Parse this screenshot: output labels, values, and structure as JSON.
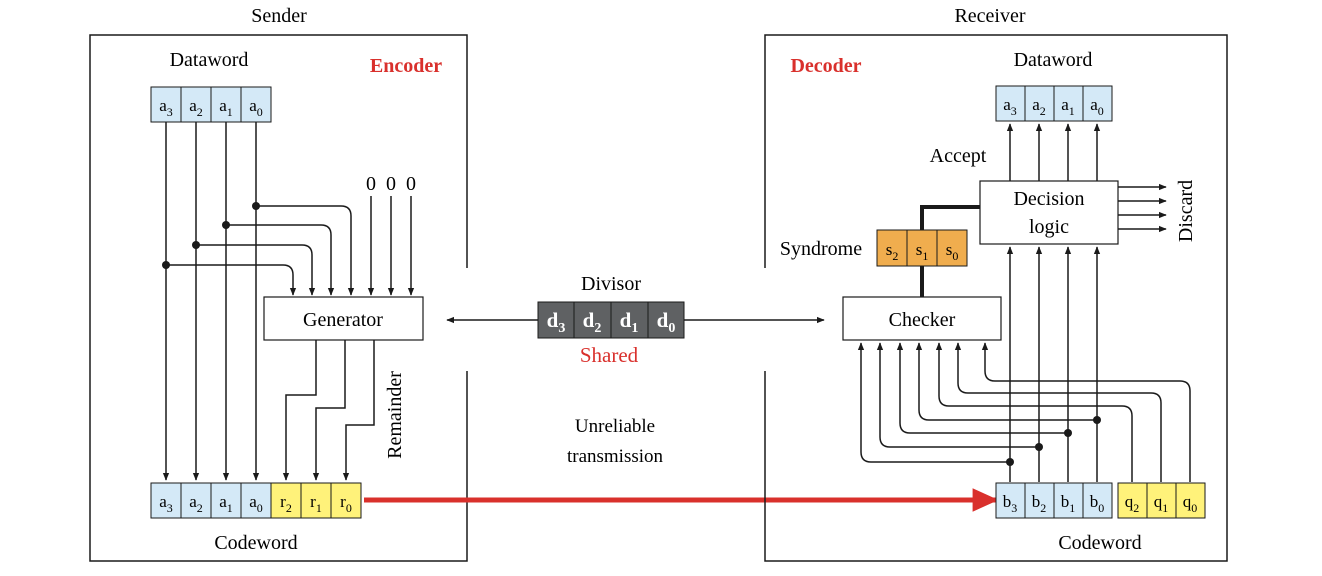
{
  "sender": {
    "title": "Sender",
    "encoder_label": "Encoder",
    "dataword_label": "Dataword",
    "dataword_cells": [
      {
        "base": "a",
        "sub": "3"
      },
      {
        "base": "a",
        "sub": "2"
      },
      {
        "base": "a",
        "sub": "1"
      },
      {
        "base": "a",
        "sub": "0"
      }
    ],
    "zeros": [
      "0",
      "0",
      "0"
    ],
    "generator_label": "Generator",
    "remainder_label": "Remainder",
    "codeword_label": "Codeword",
    "codeword_data_cells": [
      {
        "base": "a",
        "sub": "3"
      },
      {
        "base": "a",
        "sub": "2"
      },
      {
        "base": "a",
        "sub": "1"
      },
      {
        "base": "a",
        "sub": "0"
      }
    ],
    "codeword_remainder_cells": [
      {
        "base": "r",
        "sub": "2"
      },
      {
        "base": "r",
        "sub": "1"
      },
      {
        "base": "r",
        "sub": "0"
      }
    ]
  },
  "channel": {
    "divisor_label": "Divisor",
    "divisor_cells": [
      {
        "base": "d",
        "sub": "3"
      },
      {
        "base": "d",
        "sub": "2"
      },
      {
        "base": "d",
        "sub": "1"
      },
      {
        "base": "d",
        "sub": "0"
      }
    ],
    "shared_label": "Shared",
    "transmission_line1": "Unreliable",
    "transmission_line2": "transmission"
  },
  "receiver": {
    "title": "Receiver",
    "decoder_label": "Decoder",
    "dataword_label": "Dataword",
    "dataword_cells": [
      {
        "base": "a",
        "sub": "3"
      },
      {
        "base": "a",
        "sub": "2"
      },
      {
        "base": "a",
        "sub": "1"
      },
      {
        "base": "a",
        "sub": "0"
      }
    ],
    "accept_label": "Accept",
    "decision_line1": "Decision",
    "decision_line2": "logic",
    "discard_label": "Discard",
    "syndrome_label": "Syndrome",
    "syndrome_cells": [
      {
        "base": "s",
        "sub": "2"
      },
      {
        "base": "s",
        "sub": "1"
      },
      {
        "base": "s",
        "sub": "0"
      }
    ],
    "checker_label": "Checker",
    "codeword_label": "Codeword",
    "codeword_data_cells": [
      {
        "base": "b",
        "sub": "3"
      },
      {
        "base": "b",
        "sub": "2"
      },
      {
        "base": "b",
        "sub": "1"
      },
      {
        "base": "b",
        "sub": "0"
      }
    ],
    "codeword_check_cells": [
      {
        "base": "q",
        "sub": "2"
      },
      {
        "base": "q",
        "sub": "1"
      },
      {
        "base": "q",
        "sub": "0"
      }
    ]
  },
  "colors": {
    "data_cell": "#d4e9f7",
    "remainder_cell": "#fff27a",
    "syndrome_cell": "#f0ad4e",
    "divisor_cell": "#5f6163",
    "accent_red": "#d9302c",
    "line": "#1a1a1a"
  }
}
